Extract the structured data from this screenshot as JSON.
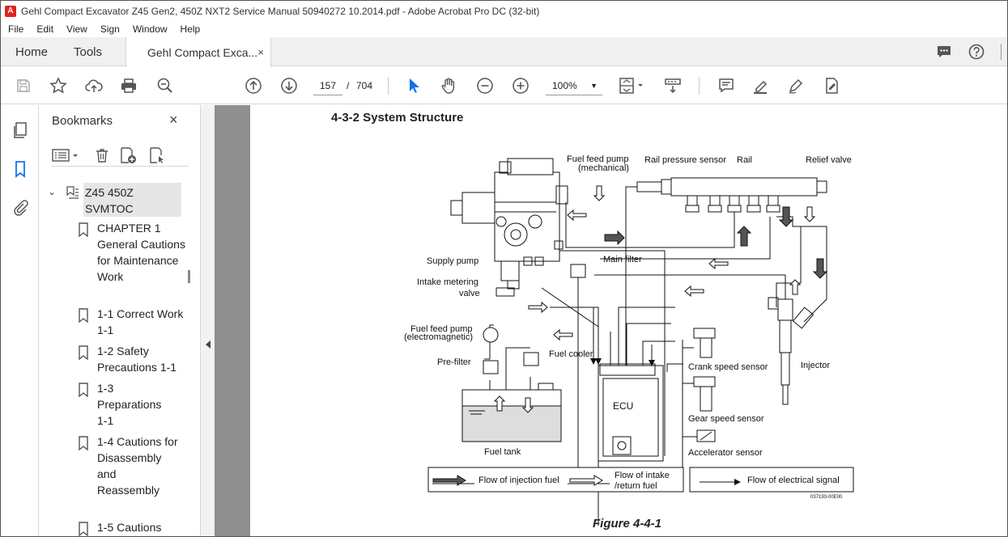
{
  "window": {
    "title": "Gehl Compact Excavator Z45 Gen2, 450Z NXT2 Service Manual 50940272 10.2014.pdf - Adobe Acrobat Pro DC (32-bit)"
  },
  "menu": [
    "File",
    "Edit",
    "View",
    "Sign",
    "Window",
    "Help"
  ],
  "tabs": {
    "home": "Home",
    "tools": "Tools",
    "document": "Gehl Compact Exca...",
    "close": "×"
  },
  "toolbar": {
    "page_current": "157",
    "page_sep": "/",
    "page_total": "704",
    "zoom": "100%"
  },
  "bookmarks": {
    "title": "Bookmarks",
    "close": "×",
    "root": "Z45 450Z SVMTOC",
    "items": [
      "CHAPTER 1 General Cautions for Maintenance Work",
      "1-1 Correct Work 1-1",
      "1-2 Safety Precautions 1-1",
      "1-3 Preparations 1-1",
      "1-4 Cautions for Disassembly and Reassembly",
      "1-5 Cautions"
    ]
  },
  "document": {
    "section_title": "4-3-2  System Structure",
    "figure_caption": "Figure 4-4-1",
    "labels": {
      "fuel_feed_pump_mech_1": "Fuel feed pump",
      "fuel_feed_pump_mech_2": "(mechanical)",
      "rail_pressure_sensor": "Rail pressure sensor",
      "rail": "Rail",
      "relief_valve": "Relief valve",
      "main_filter": "Main filter",
      "supply_pump": "Supply pump",
      "intake_metering_1": "Intake metering",
      "intake_metering_2": "valve",
      "fuel_feed_pump_elec_1": "Fuel feed pump",
      "fuel_feed_pump_elec_2": "(electromagnetic)",
      "fuel_cooler": "Fuel cooler",
      "pre_filter": "Pre-filter",
      "fuel_tank": "Fuel tank",
      "ecu": "ECU",
      "crank_speed_sensor": "Crank speed sensor",
      "gear_speed_sensor": "Gear speed sensor",
      "accelerator_sensor": "Accelerator sensor",
      "injector": "Injector",
      "legend_injection": "Flow of injection fuel",
      "legend_intake_1": "Flow of intake",
      "legend_intake_2": "/return fuel",
      "legend_electrical": "Flow of electrical signal",
      "doc_code": "037193-00E00"
    }
  },
  "icons": {
    "rail": [
      "pages-icon",
      "bookmark-icon",
      "attachment-icon"
    ],
    "accent": "#1473e6"
  }
}
